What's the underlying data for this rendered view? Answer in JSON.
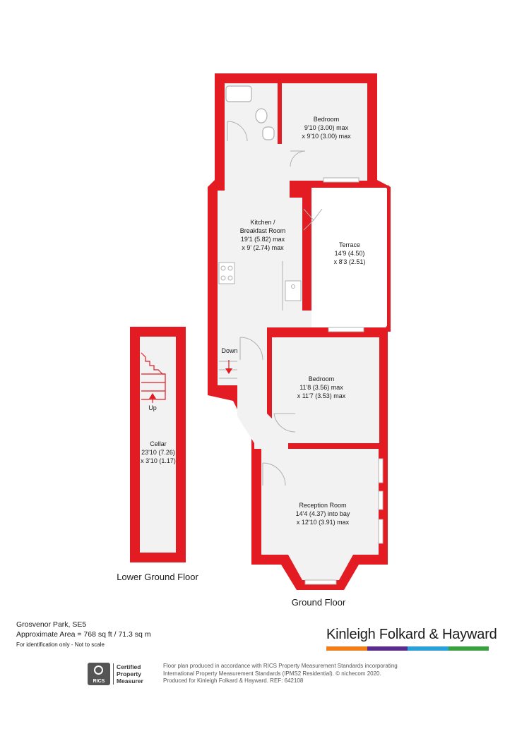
{
  "rooms": {
    "bedroom_top": {
      "name": "Bedroom",
      "dim1": "9'10 (3.00) max",
      "dim2": "x 9'10 (3.00) max"
    },
    "kitchen": {
      "name1": "Kitchen /",
      "name2": "Breakfast Room",
      "dim1": "19'1 (5.82) max",
      "dim2": "x 9' (2.74) max"
    },
    "terrace": {
      "name": "Terrace",
      "dim1": "14'9 (4.50)",
      "dim2": "x 8'3 (2.51)"
    },
    "bedroom_mid": {
      "name": "Bedroom",
      "dim1": "11'8 (3.56) max",
      "dim2": "x 11'7 (3.53) max"
    },
    "reception": {
      "name": "Reception Room",
      "dim1": "14'4 (4.37) into bay",
      "dim2": "x 12'10 (3.91) max"
    },
    "cellar": {
      "name": "Cellar",
      "dim1": "23'10 (7.26)",
      "dim2": "x 3'10 (1.17)"
    }
  },
  "stairs": {
    "down": "Down",
    "up": "Up"
  },
  "floors": {
    "lower": "Lower Ground Floor",
    "ground": "Ground Floor"
  },
  "footer": {
    "address": "Grosvenor Park, SE5",
    "area": "Approximate Area = 768 sq ft / 71.3 sq m",
    "note": "For identification only - Not to scale",
    "brand": "Kinleigh Folkard & Hayward",
    "brand_colors": [
      "#f07f1a",
      "#5a2a8c",
      "#2aa0d8",
      "#3aa040"
    ],
    "rics_badge": "RICS",
    "rics_l1": "Certified",
    "rics_l2": "Property",
    "rics_l3": "Measurer",
    "disclaimer_l1": "Floor plan produced in accordance with RICS Property Measurement Standards incorporating",
    "disclaimer_l2": "International Property Measurement Standards (IPMS2 Residential). © nichecom 2020.",
    "disclaimer_l3": "Produced for Kinleigh Folkard & Hayward.   REF: 642108"
  },
  "colors": {
    "wall": "#e31b23",
    "floor": "#f2f2f2",
    "fixture": "#b0b0b0"
  }
}
